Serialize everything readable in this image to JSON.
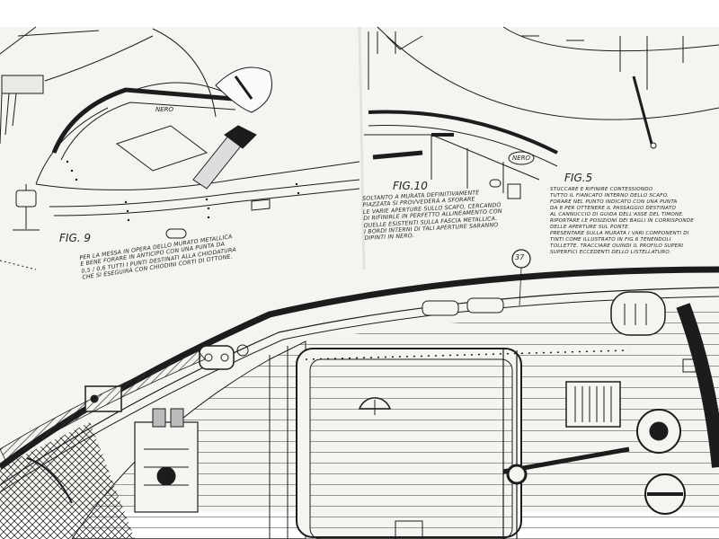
{
  "drawing": {
    "fig9": {
      "label": "FIG. 9",
      "callout": "NERO",
      "note": [
        "PER LA MESSA IN OPERA DELLO MURATO METALLICA",
        "E BENE FORARE IN ANTICIPO CON UNA PUNTA DA",
        "0,5 / 0,6 TUTTI I PUNTI DESTINATI ALLA CHIODATURA",
        "CHE SI ESEGUIRÀ CON CHIODINI CORTI DI OTTONE."
      ]
    },
    "fig10": {
      "label": "FIG.10",
      "callout": "NERO",
      "note": [
        "SOLTANTO A MURATA DEFINITIVAMENTE",
        "PIAZZATA SI PROVVEDERÀ A SFORARE",
        "LE VARIE APERTURE SULLO SCAFO, CERCANDO",
        "DI RIFINIRLE IN PERFETTO ALLINEAMENTO CON",
        "QUELLE ESISTENTI SULLA FASCIA METALLICA.",
        "I BORDI INTERNI DI TALI APERTURE SARANNO",
        "DIPINTI IN NERO."
      ]
    },
    "fig5": {
      "label": "FIG.5",
      "note": [
        "STUCCARE E RIFINIRE CONTESSIONDO",
        "TUTTO IL FIANCATO INTERNO DELLO SCAFO.",
        "FORARE NEL PUNTO INDICATO CON UNA PUNTA",
        "DA 8 PER OTTENERE IL PASSAGGIO DESTINATO",
        "AL CANNUCCIO DI GUIDA DELL'ASSE DEL TIMONE.",
        "RIPORTARE LE POSIZIONI DEI BAGLI IN CORRISPONDE",
        "DELLE APERTURE SUL PONTE.",
        "PRESENTARE SULLA MURATA I VARI COMPONENTI DI",
        "TINTI COME ILLUSTRATO IN FIG.6  TENENDOLI",
        "TOLLETTE. TRACCIARE QUINDI IL PROFILO SUPERI",
        "SUPERFICI ECCEDENTI DELLO LISTELLATURO."
      ]
    },
    "part_number": "37"
  },
  "colors": {
    "paper": "#f4f4f1",
    "ink": "#1c1c1c"
  }
}
